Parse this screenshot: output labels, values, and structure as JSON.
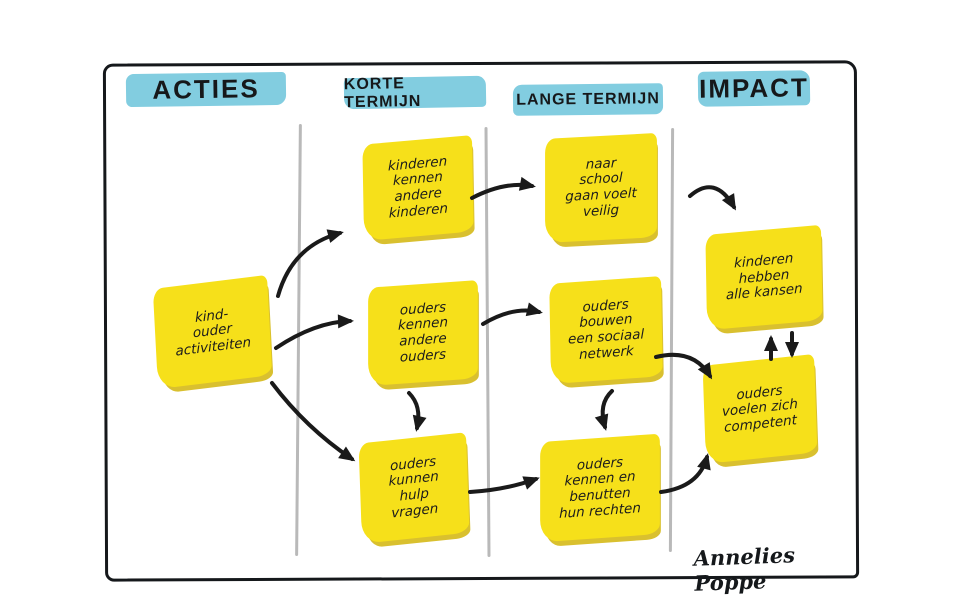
{
  "columns": [
    {
      "label": "ACTIES"
    },
    {
      "label": "KORTE TERMIJN"
    },
    {
      "label": "LANGE TERMIJN"
    },
    {
      "label": "IMPACT"
    }
  ],
  "notes": [
    {
      "column": "ACTIES",
      "lines": [
        "kind-",
        "ouder",
        "activiteiten"
      ]
    },
    {
      "column": "KORTE TERMIJN",
      "lines": [
        "kinderen",
        "kennen",
        "andere",
        "kinderen"
      ]
    },
    {
      "column": "KORTE TERMIJN",
      "lines": [
        "ouders",
        "kennen",
        "andere",
        "ouders"
      ]
    },
    {
      "column": "KORTE TERMIJN",
      "lines": [
        "ouders",
        "kunnen",
        "hulp",
        "vragen"
      ]
    },
    {
      "column": "LANGE TERMIJN",
      "lines": [
        "naar",
        "school",
        "gaan voelt",
        "veilig"
      ]
    },
    {
      "column": "LANGE TERMIJN",
      "lines": [
        "ouders",
        "bouwen",
        "een sociaal",
        "netwerk"
      ]
    },
    {
      "column": "LANGE TERMIJN",
      "lines": [
        "ouders",
        "kennen en",
        "benutten",
        "hun rechten"
      ]
    },
    {
      "column": "IMPACT",
      "lines": [
        "kinderen",
        "hebben",
        "alle kansen"
      ]
    },
    {
      "column": "IMPACT",
      "lines": [
        "ouders",
        "voelen zich",
        "competent"
      ]
    }
  ],
  "connections": [
    {
      "from": "kind-ouder activiteiten",
      "to": "kinderen kennen andere kinderen"
    },
    {
      "from": "kind-ouder activiteiten",
      "to": "ouders kennen andere ouders"
    },
    {
      "from": "kind-ouder activiteiten",
      "to": "ouders kunnen hulp vragen"
    },
    {
      "from": "kinderen kennen andere kinderen",
      "to": "naar school gaan voelt veilig"
    },
    {
      "from": "ouders kennen andere ouders",
      "to": "ouders bouwen een sociaal netwerk"
    },
    {
      "from": "ouders kennen andere ouders",
      "to": "ouders kunnen hulp vragen"
    },
    {
      "from": "ouders kunnen hulp vragen",
      "to": "ouders kennen en benutten hun rechten"
    },
    {
      "from": "ouders bouwen een sociaal netwerk",
      "to": "ouders kennen en benutten hun rechten"
    },
    {
      "from": "naar school gaan voelt veilig",
      "to": "kinderen hebben alle kansen"
    },
    {
      "from": "ouders bouwen een sociaal netwerk",
      "to": "ouders voelen zich competent"
    },
    {
      "from": "ouders kennen en benutten hun rechten",
      "to": "ouders voelen zich competent"
    },
    {
      "from": "kinderen hebben alle kansen",
      "to": "ouders voelen zich competent",
      "bidirectional": true
    }
  ],
  "signature": "Annelies Poppe",
  "colors": {
    "note_yellow": "#f6e01a",
    "note_edge": "#d9c02f",
    "highlight_blue": "#82cde0",
    "ink": "#1a1a1a",
    "divider_grey": "#b9b9b9"
  }
}
